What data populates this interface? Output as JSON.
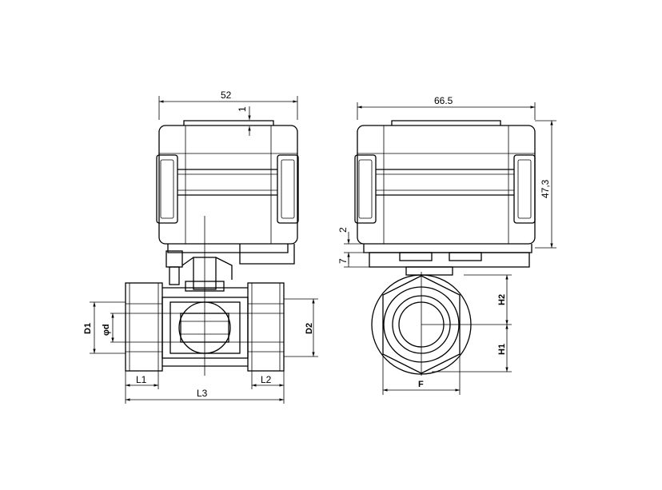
{
  "dimensions": {
    "width_front": "52",
    "top_offset": "1",
    "width_side": "66.5",
    "height_actuator": "47,3",
    "gap_top": "2",
    "gap_bottom": "7",
    "d1": "D1",
    "bore": "φd",
    "d2": "D2",
    "l1": "L1",
    "l2": "L2",
    "l3": "L3",
    "h1": "H1",
    "h2": "H2",
    "hex_f": "F"
  },
  "colors": {
    "line": "#000000",
    "background": "#ffffff"
  }
}
